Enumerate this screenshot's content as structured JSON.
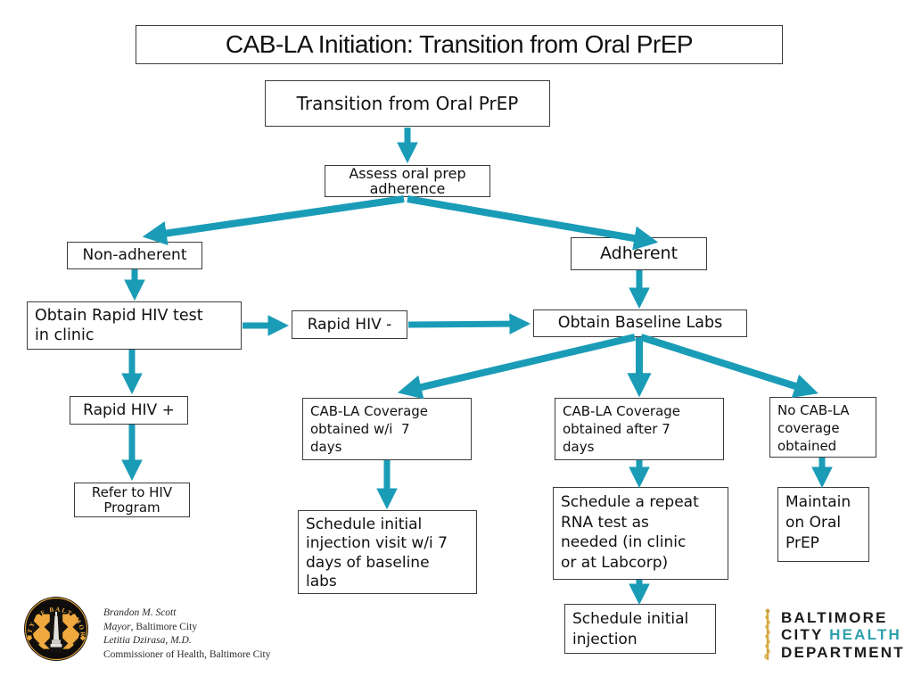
{
  "slide": {
    "title": "CAB-LA Initiation: Transition from Oral PrEP"
  },
  "nodes": {
    "transition": "Transition from Oral PrEP",
    "assess": "Assess oral prep\nadherence",
    "non_adherent": "Non-adherent",
    "adherent": "Adherent",
    "obtain_rapid_hiv": "Obtain Rapid HIV test\nin clinic",
    "rapid_hiv_negative": "Rapid HIV -",
    "obtain_baseline_labs": "Obtain Baseline Labs",
    "rapid_hiv_positive": "Rapid HIV +",
    "refer_hiv_program": "Refer to HIV\nProgram",
    "coverage_within_7": "CAB-LA Coverage\nobtained w/i  7\ndays",
    "coverage_after_7": "CAB-LA Coverage\nobtained after 7\ndays",
    "no_coverage": "No CAB-LA\ncoverage\nobtained",
    "schedule_initial_visit": "Schedule initial\ninjection visit w/i 7\ndays of baseline\nlabs",
    "schedule_repeat_rna": "Schedule a repeat\nRNA test as\nneeded (in clinic\nor at Labcorp)",
    "maintain_oral_prep": "Maintain\non Oral\nPrEP",
    "schedule_initial_injection": "Schedule initial\ninjection"
  },
  "footer": {
    "seal_text": "CITY OF BALTIMORE",
    "mayor_name": "Brandon M. Scott",
    "mayor_title_italic": "Mayor",
    "mayor_title_rest": ", Baltimore City",
    "commissioner_name": "Letitia Dzirasa, M.D.",
    "commissioner_title": "Commissioner of Health, Baltimore City",
    "dept_line1": "BALTIMORE",
    "dept_line2_black": "CITY ",
    "dept_line2_teal": "HEALTH",
    "dept_line3": "DEPARTMENT"
  },
  "colors": {
    "arrow_teal": "#1A9CB7",
    "health_teal": "#2E9FAC",
    "seal_gold": "#EFA93E"
  }
}
